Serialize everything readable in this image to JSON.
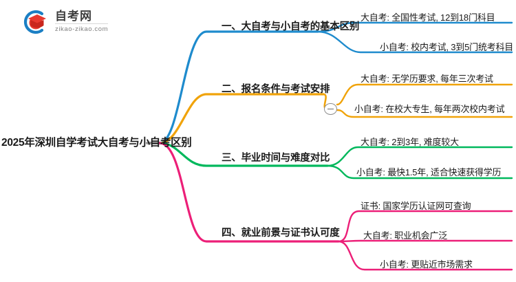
{
  "brand": {
    "logo_icon": "graduation-cap-circle-logo",
    "name_cn": "自考网",
    "name_en": "zikao-zikao.com"
  },
  "mindmap": {
    "root": {
      "label": "2025年深圳自学考试大自考与小自考区别"
    },
    "colors": {
      "branch1": "#1e8bcd",
      "branch2": "#f0a30a",
      "branch3": "#00b85c",
      "branch4": "#ec1f78",
      "root_stub": "#9a9a9a",
      "text": "#1a1a1a",
      "toggle_border": "#8a8a8a"
    },
    "branches": [
      {
        "label": "一、大自考与小自考的基本区别",
        "color": "#1e8bcd",
        "children": [
          {
            "label": "大自考: 全国性考试, 12到18门科目"
          },
          {
            "label": "小自考: 校内考试, 3到5门统考科目"
          }
        ]
      },
      {
        "label": "二、报名条件与考试安排",
        "color": "#f0a30a",
        "collapse_icon": "minus-circle-icon",
        "children": [
          {
            "label": "大自考: 无学历要求, 每年三次考试"
          },
          {
            "label": "小自考: 在校大专生, 每年两次校内考试"
          }
        ]
      },
      {
        "label": "三、毕业时间与难度对比",
        "color": "#00b85c",
        "children": [
          {
            "label": "大自考: 2到3年, 难度较大"
          },
          {
            "label": "小自考: 最快1.5年, 适合快速获得学历"
          }
        ]
      },
      {
        "label": "四、就业前景与证书认可度",
        "color": "#ec1f78",
        "children": [
          {
            "label": "证书: 国家学历认证网可查询"
          },
          {
            "label": "大自考: 职业机会广泛"
          },
          {
            "label": "小自考: 更贴近市场需求"
          }
        ]
      }
    ]
  }
}
